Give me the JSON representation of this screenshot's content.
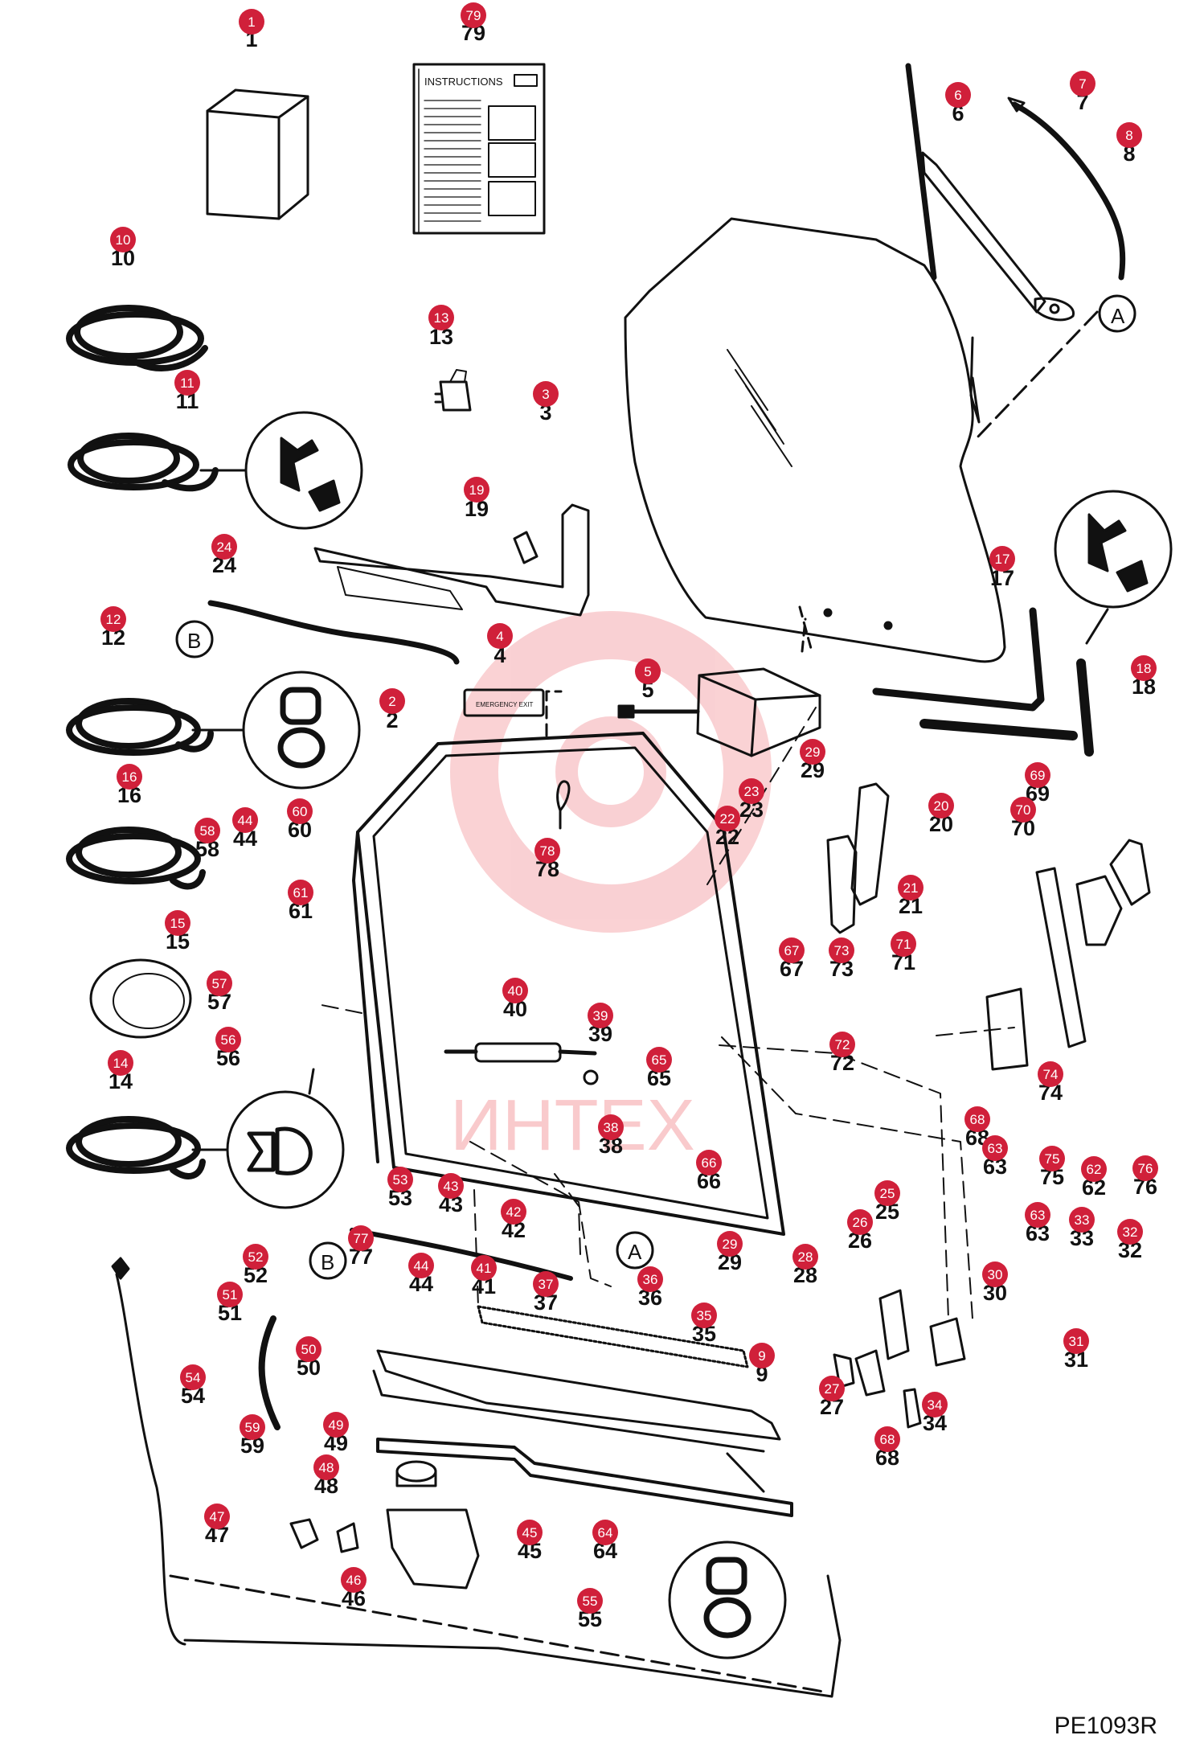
{
  "document": {
    "page_code": "PE1093R"
  },
  "labels": {
    "instructions": "INSTRUCTIONS",
    "emergency_exit": "EMERGENCY EXIT",
    "callout_a": "A",
    "callout_b": "B"
  },
  "watermark": {
    "text": "ИНТЕХ",
    "color": "#e8303a"
  },
  "colors": {
    "badge": "#d0203a",
    "line": "#111111"
  },
  "callouts": [
    {
      "id": "1",
      "number": "1"
    },
    {
      "id": "79",
      "number": "79"
    },
    {
      "id": "6",
      "number": "6"
    },
    {
      "id": "7",
      "number": "7"
    },
    {
      "id": "8",
      "number": "8"
    },
    {
      "id": "10",
      "number": "10"
    },
    {
      "id": "13",
      "number": "13"
    },
    {
      "id": "3",
      "number": "3"
    },
    {
      "id": "11",
      "number": "11"
    },
    {
      "id": "19",
      "number": "19"
    },
    {
      "id": "24",
      "number": "24"
    },
    {
      "id": "17",
      "number": "17"
    },
    {
      "id": "12",
      "number": "12"
    },
    {
      "id": "4",
      "number": "4"
    },
    {
      "id": "5",
      "number": "5"
    },
    {
      "id": "18",
      "number": "18"
    },
    {
      "id": "2",
      "number": "2"
    },
    {
      "id": "29a",
      "number": "29"
    },
    {
      "id": "16",
      "number": "16"
    },
    {
      "id": "23",
      "number": "23"
    },
    {
      "id": "22",
      "number": "22"
    },
    {
      "id": "20",
      "number": "20"
    },
    {
      "id": "69",
      "number": "69"
    },
    {
      "id": "58",
      "number": "58"
    },
    {
      "id": "44a",
      "number": "44"
    },
    {
      "id": "60",
      "number": "60"
    },
    {
      "id": "70",
      "number": "70"
    },
    {
      "id": "78",
      "number": "78"
    },
    {
      "id": "61",
      "number": "61"
    },
    {
      "id": "21",
      "number": "21"
    },
    {
      "id": "15",
      "number": "15"
    },
    {
      "id": "67",
      "number": "67"
    },
    {
      "id": "73",
      "number": "73"
    },
    {
      "id": "71",
      "number": "71"
    },
    {
      "id": "57",
      "number": "57"
    },
    {
      "id": "40",
      "number": "40"
    },
    {
      "id": "39",
      "number": "39"
    },
    {
      "id": "56",
      "number": "56"
    },
    {
      "id": "72",
      "number": "72"
    },
    {
      "id": "14",
      "number": "14"
    },
    {
      "id": "65",
      "number": "65"
    },
    {
      "id": "74",
      "number": "74"
    },
    {
      "id": "68a",
      "number": "68"
    },
    {
      "id": "38",
      "number": "38"
    },
    {
      "id": "63a",
      "number": "63"
    },
    {
      "id": "75",
      "number": "75"
    },
    {
      "id": "62",
      "number": "62"
    },
    {
      "id": "76",
      "number": "76"
    },
    {
      "id": "66",
      "number": "66"
    },
    {
      "id": "53",
      "number": "53"
    },
    {
      "id": "43",
      "number": "43"
    },
    {
      "id": "42",
      "number": "42"
    },
    {
      "id": "25",
      "number": "25"
    },
    {
      "id": "63b",
      "number": "63"
    },
    {
      "id": "33",
      "number": "33"
    },
    {
      "id": "32",
      "number": "32"
    },
    {
      "id": "77",
      "number": "77"
    },
    {
      "id": "26",
      "number": "26"
    },
    {
      "id": "52",
      "number": "52"
    },
    {
      "id": "44b",
      "number": "44"
    },
    {
      "id": "41",
      "number": "41"
    },
    {
      "id": "37",
      "number": "37"
    },
    {
      "id": "36",
      "number": "36"
    },
    {
      "id": "29b",
      "number": "29"
    },
    {
      "id": "28",
      "number": "28"
    },
    {
      "id": "30",
      "number": "30"
    },
    {
      "id": "51",
      "number": "51"
    },
    {
      "id": "35",
      "number": "35"
    },
    {
      "id": "31",
      "number": "31"
    },
    {
      "id": "9",
      "number": "9"
    },
    {
      "id": "50",
      "number": "50"
    },
    {
      "id": "27",
      "number": "27"
    },
    {
      "id": "54",
      "number": "54"
    },
    {
      "id": "34",
      "number": "34"
    },
    {
      "id": "59",
      "number": "59"
    },
    {
      "id": "49",
      "number": "49"
    },
    {
      "id": "68b",
      "number": "68"
    },
    {
      "id": "48",
      "number": "48"
    },
    {
      "id": "47",
      "number": "47"
    },
    {
      "id": "45",
      "number": "45"
    },
    {
      "id": "64",
      "number": "64"
    },
    {
      "id": "46",
      "number": "46"
    },
    {
      "id": "55",
      "number": "55"
    }
  ]
}
